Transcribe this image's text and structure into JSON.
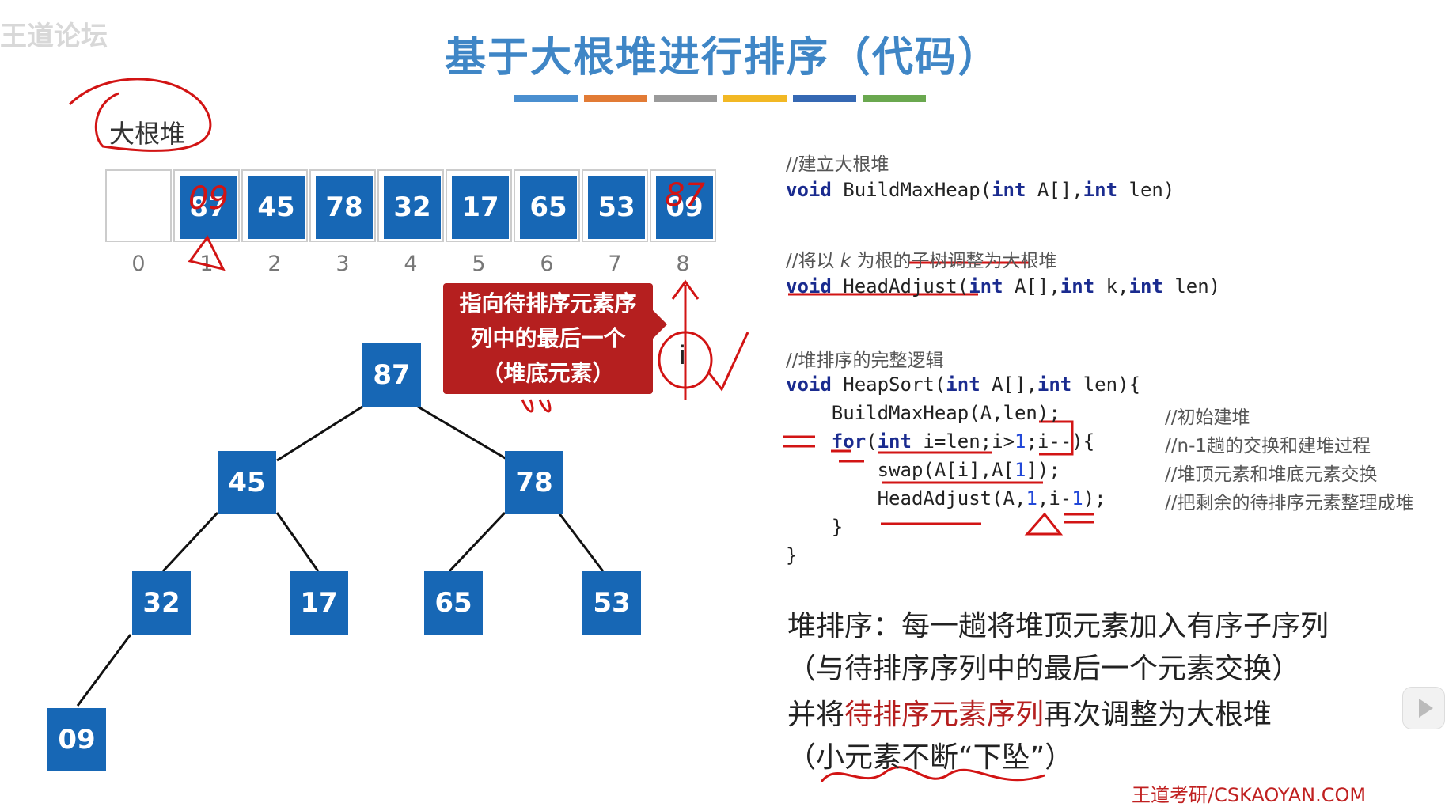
{
  "watermark": "王道论坛",
  "title": "基于大根堆进行排序（代码）",
  "accent_bars": [
    "#4a8fd0",
    "#e27b35",
    "#9a9a9a",
    "#f2b824",
    "#3568b3",
    "#6aa84f"
  ],
  "heap_label": "大根堆",
  "array": {
    "indices": [
      "0",
      "1",
      "2",
      "3",
      "4",
      "5",
      "6",
      "7",
      "8"
    ],
    "values": [
      "",
      "87",
      "45",
      "78",
      "32",
      "17",
      "65",
      "53",
      "09"
    ]
  },
  "annotations": {
    "over_cell_1": "09",
    "over_cell_8": "87",
    "pointer": "i",
    "check": "✓"
  },
  "callout": {
    "line1": "指向待排序元素序",
    "line2": "列中的最后一个",
    "line3": "（堆底元素）"
  },
  "tree": {
    "root": "87",
    "l1": [
      "45",
      "78"
    ],
    "l2": [
      "32",
      "17",
      "65",
      "53"
    ],
    "l3": [
      "09"
    ]
  },
  "code": {
    "c1": "//建立大根堆",
    "l1_kw": "void",
    "l1_rest_a": " BuildMaxHeap(",
    "l1_kw2": "int",
    "l1_rest_b": " A[],",
    "l1_kw3": "int",
    "l1_rest_c": " len)",
    "c2_a": "//将以 ",
    "c2_k": "k",
    "c2_b": " 为根的子树调整为大根堆",
    "l2_kw": "void",
    "l2_rest_a": " HeadAdjust(",
    "l2_kw2": "int",
    "l2_rest_b": " A[],",
    "l2_kw3": "int",
    "l2_rest_c": " k,",
    "l2_kw4": "int",
    "l2_rest_d": " len)",
    "c3": "//堆排序的完整逻辑",
    "l3_kw": "void",
    "l3_rest_a": " HeapSort(",
    "l3_kw2": "int",
    "l3_rest_b": " A[],",
    "l3_kw3": "int",
    "l3_rest_c": " len){",
    "l4": "    BuildMaxHeap(A,len);",
    "l4_cm": "//初始建堆",
    "l5_a": "    ",
    "l5_kw": "for",
    "l5_b": "(",
    "l5_kw2": "int",
    "l5_c": " i=len;i>",
    "l5_n": "1",
    "l5_d": ";i--){",
    "l5_cm": "//n-1趟的交换和建堆过程",
    "l6_a": "        swap(A[i],A[",
    "l6_n": "1",
    "l6_b": "]);",
    "l6_cm": "//堆顶元素和堆底元素交换",
    "l7_a": "        HeadAdjust(A,",
    "l7_n": "1",
    "l7_b": ",i-",
    "l7_n2": "1",
    "l7_c": ");",
    "l7_cm": "//把剩余的待排序元素整理成堆",
    "l8": "    }",
    "l9": "}"
  },
  "summary": {
    "s1": "堆排序：每一趟将堆顶元素加入有序子序列",
    "s2": "（与待排序序列中的最后一个元素交换）",
    "s3_a": "并将",
    "s3_red": "待排序元素序列",
    "s3_b": "再次调整为大根堆",
    "s4": "（小元素不断“下坠”）"
  },
  "footer": "王道考研/CSKAOYAN.COM"
}
